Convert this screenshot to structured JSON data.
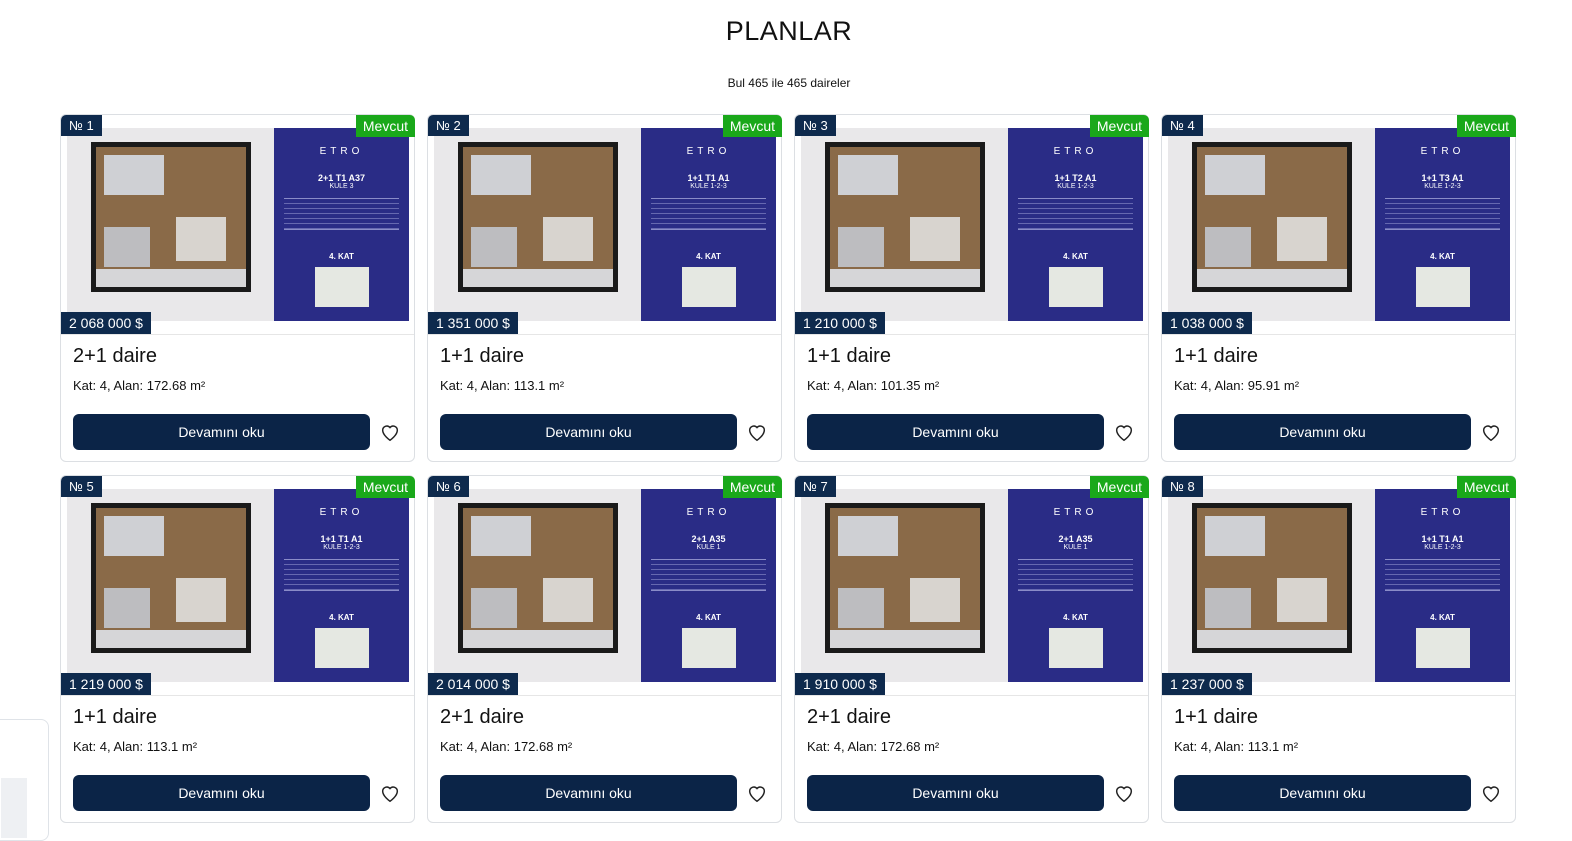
{
  "page": {
    "title": "PLANLAR",
    "count_text": "Bul 465 ile 465 daireler"
  },
  "colors": {
    "navy": "#0b2447",
    "available_green": "#1aa81a",
    "plan_blue": "#2a2c86"
  },
  "cards": [
    {
      "number": "№ 1",
      "status": "Mevcut",
      "price": "2 068 000 $",
      "name": "2+1 daire",
      "details": "Kat: 4,  Alan: 172.68 m²",
      "button": "Devamını oku",
      "plan_logo": "ETRO",
      "plan_code": "2+1 T1 A37",
      "plan_kule": "KULE 3",
      "plan_kat": "4. KAT"
    },
    {
      "number": "№ 2",
      "status": "Mevcut",
      "price": "1 351 000 $",
      "name": "1+1 daire",
      "details": "Kat: 4,  Alan: 113.1 m²",
      "button": "Devamını oku",
      "plan_logo": "ETRO",
      "plan_code": "1+1 T1 A1",
      "plan_kule": "KULE 1-2-3",
      "plan_kat": "4. KAT"
    },
    {
      "number": "№ 3",
      "status": "Mevcut",
      "price": "1 210 000 $",
      "name": "1+1 daire",
      "details": "Kat: 4,  Alan: 101.35 m²",
      "button": "Devamını oku",
      "plan_logo": "ETRO",
      "plan_code": "1+1 T2 A1",
      "plan_kule": "KULE 1-2-3",
      "plan_kat": "4. KAT"
    },
    {
      "number": "№ 4",
      "status": "Mevcut",
      "price": "1 038 000 $",
      "name": "1+1 daire",
      "details": "Kat: 4,  Alan: 95.91 m²",
      "button": "Devamını oku",
      "plan_logo": "ETRO",
      "plan_code": "1+1 T3 A1",
      "plan_kule": "KULE 1-2-3",
      "plan_kat": "4. KAT"
    },
    {
      "number": "№ 5",
      "status": "Mevcut",
      "price": "1 219 000 $",
      "name": "1+1 daire",
      "details": "Kat: 4,  Alan: 113.1 m²",
      "button": "Devamını oku",
      "plan_logo": "ETRO",
      "plan_code": "1+1 T1 A1",
      "plan_kule": "KULE 1-2-3",
      "plan_kat": "4. KAT"
    },
    {
      "number": "№ 6",
      "status": "Mevcut",
      "price": "2 014 000 $",
      "name": "2+1 daire",
      "details": "Kat: 4,  Alan: 172.68 m²",
      "button": "Devamını oku",
      "plan_logo": "ETRO",
      "plan_code": "2+1 A35",
      "plan_kule": "KULE 1",
      "plan_kat": "4. KAT"
    },
    {
      "number": "№ 7",
      "status": "Mevcut",
      "price": "1 910 000 $",
      "name": "2+1 daire",
      "details": "Kat: 4,  Alan: 172.68 m²",
      "button": "Devamını oku",
      "plan_logo": "ETRO",
      "plan_code": "2+1 A35",
      "plan_kule": "KULE 1",
      "plan_kat": "4. KAT"
    },
    {
      "number": "№ 8",
      "status": "Mevcut",
      "price": "1 237 000 $",
      "name": "1+1 daire",
      "details": "Kat: 4,  Alan: 113.1 m²",
      "button": "Devamını oku",
      "plan_logo": "ETRO",
      "plan_code": "1+1 T1 A1",
      "plan_kule": "KULE 1-2-3",
      "plan_kat": "4. KAT"
    }
  ]
}
